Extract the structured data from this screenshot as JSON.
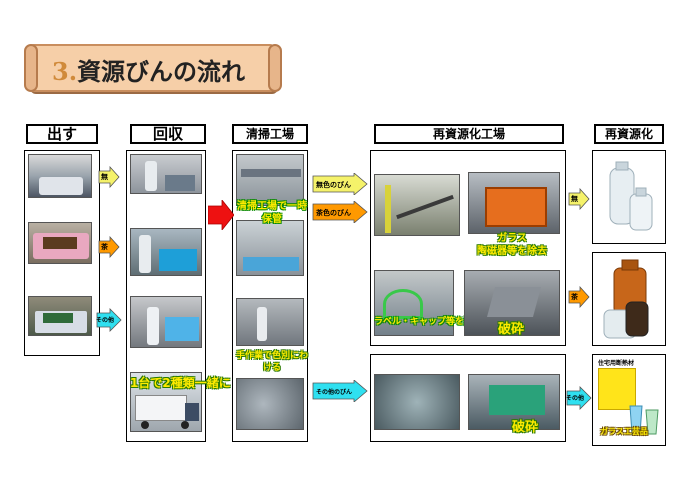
{
  "title": {
    "number": "3.",
    "text": "資源びんの流れ"
  },
  "columns": {
    "dasu": "出す",
    "kaishu": "回収",
    "seisou": "清掃工場",
    "saishigenka_kojo": "再資源化工場",
    "saishigenka": "再資源化"
  },
  "flow_labels": {
    "mushoku": "無",
    "cha": "茶",
    "sonota": "その他",
    "mushoku_bin": "無色のびん",
    "chairo_bin": "茶色のびん",
    "sonota_bin": "その他のびん"
  },
  "captions": {
    "kaishu_mix": "1台で2種類一緒に",
    "seisou_store": "清掃工場で一時保管",
    "seisou_hand": "手作業で色別にわける",
    "kojo_remove": "陶磁器等を除去",
    "kojo_remove_prefix": "ガラス",
    "kojo_label": "ラベル・キャップ等を除去",
    "kojo_crush1": "破砕",
    "kojo_crush2": "破砕",
    "result_material": "住宅用断熱材",
    "result_craft": "ガラス工芸品"
  },
  "colors": {
    "title_bg": "#f6cfa8",
    "arrow_yellow": "#f5f26a",
    "arrow_orange": "#ff9900",
    "arrow_cyan": "#2fe0f0",
    "arrow_red": "#ee1111"
  }
}
